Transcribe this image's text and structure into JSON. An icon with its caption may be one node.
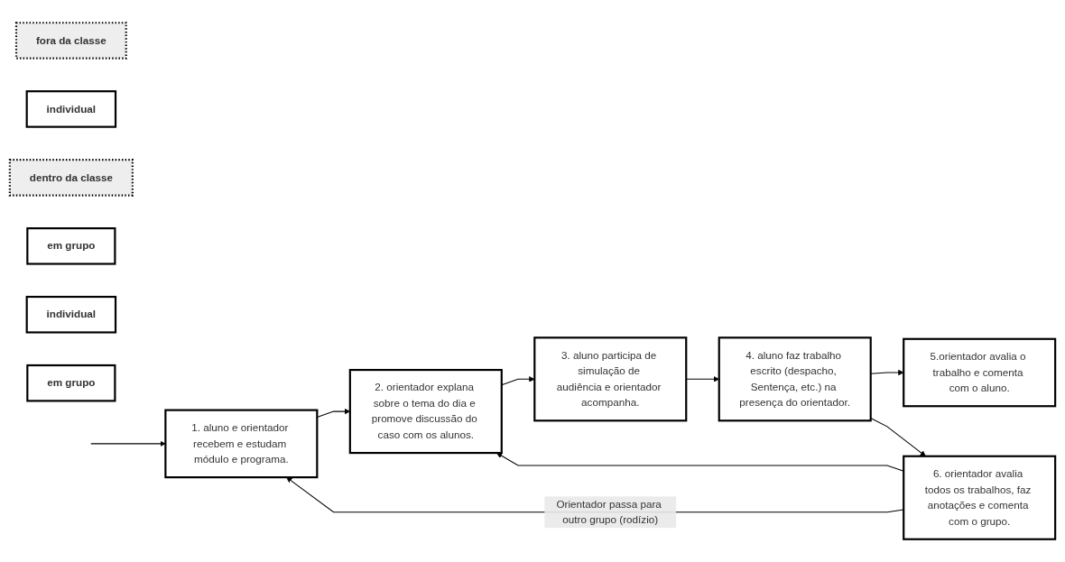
{
  "diagram": {
    "nodes": [
      {
        "text": [
          "fora da classe"
        ]
      },
      {
        "text": [
          "individual"
        ]
      },
      {
        "text": [
          "1. aluno e orientador recebem e estudam módulo e programa."
        ]
      },
      {
        "text": [
          "dentro da classe"
        ]
      },
      {
        "text": [
          "em grupo"
        ]
      },
      {
        "text": [
          "2. orientador explana sobre o tema do dia e promove discussão do caso com os alunos."
        ]
      },
      {
        "text": [
          "3. aluno participa de simulação de audiência e orientador acompanha."
        ]
      },
      {
        "text": [
          "individual"
        ]
      },
      {
        "text": [
          "4. aluno faz trabalho escrito (despacho, Sentença, etc.) na presença do orientador."
        ]
      },
      {
        "text": [
          "5.orientador avalia o trabalho e comenta com o aluno."
        ]
      },
      {
        "text": [
          "em grupo"
        ]
      },
      {
        "text": [
          "6. orientador avalia todos os trabalhos, faz anotações e comenta com o grupo."
        ]
      }
    ],
    "edges": [
      {
        "from": null,
        "to": 2,
        "arrow": "to"
      },
      {
        "from": 2,
        "to": 5,
        "arrow": "to"
      },
      {
        "from": 5,
        "to": 6,
        "arrow": "to"
      },
      {
        "from": 6,
        "to": 8,
        "arrow": "to"
      },
      {
        "from": 8,
        "to": 9,
        "arrow": "to"
      },
      {
        "from": 8,
        "to": 11,
        "arrow": "to"
      },
      {
        "from": 11,
        "to": 5,
        "arrow": "to"
      },
      {
        "from": 11,
        "to": 2,
        "arrow": "to",
        "label": "Orientador passa para outro grupo (rodízio)"
      }
    ]
  }
}
